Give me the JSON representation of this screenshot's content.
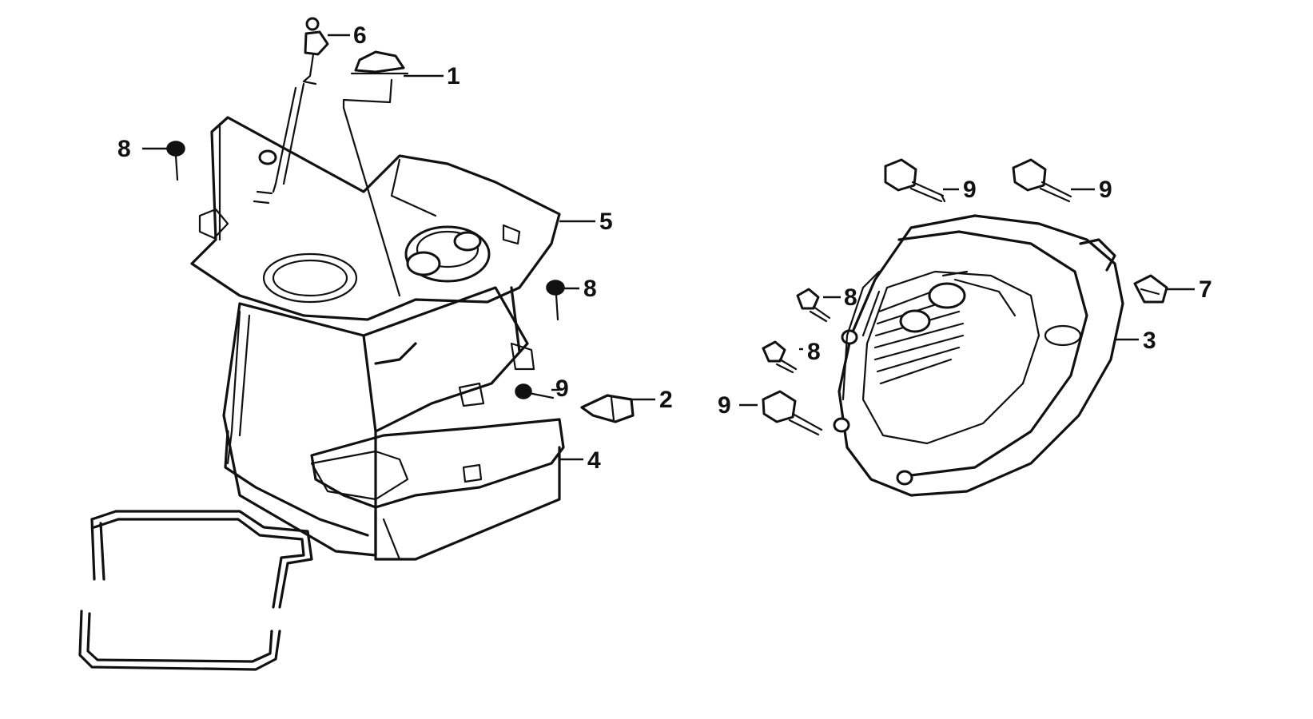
{
  "callouts": {
    "c1": "1",
    "c2": "2",
    "c3": "3",
    "c4": "4",
    "c5": "5",
    "c6": "6",
    "c7": "7",
    "c8a": "8",
    "c8b": "8",
    "c8c": "8",
    "c8d": "8",
    "c9a": "9",
    "c9b": "9",
    "c9c": "9",
    "c9d": "9"
  }
}
